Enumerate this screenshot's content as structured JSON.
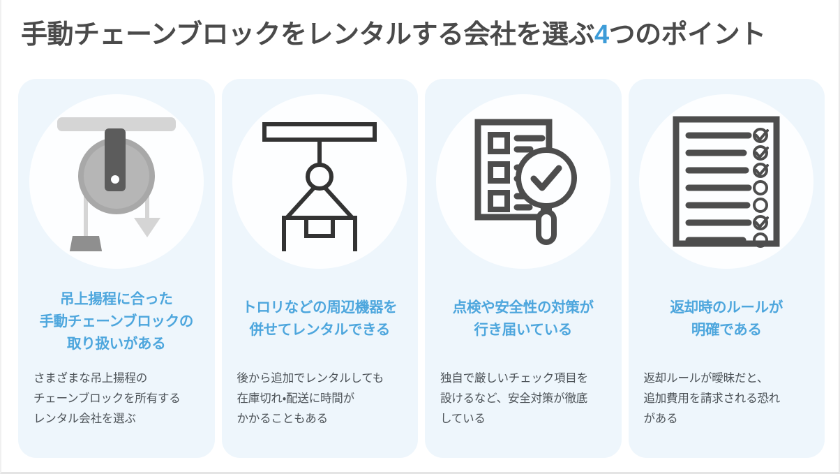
{
  "page": {
    "background": "#ffffff",
    "accent_color": "#3d9cd8",
    "heading_color": "#4da6dd",
    "card_background": "#eef6fc",
    "card_circle_color": "#fdfeff",
    "title_color": "#4a4a4a",
    "body_color": "#4d5358",
    "icon_dark": "#4d4d4d",
    "icon_mid_gray": "#9a9a9a",
    "icon_light_gray": "#d2d2d2"
  },
  "title": {
    "before_accent": "手動チェーンブロックをレンタルする会社を選ぶ",
    "accent": "4",
    "after_accent": "つのポイント"
  },
  "cards": [
    {
      "icon_name": "pulley-block-icon",
      "heading": "吊上揚程に合った\n手動チェーンブロックの\n取り扱いがある",
      "body": "さまざまな吊上揚程の\nチェーンブロックを所有する\nレンタル会社を選ぶ"
    },
    {
      "icon_name": "hoist-lifting-box-icon",
      "heading": "トロリなどの周辺機器を\n併せてレンタルできる",
      "body": "後から追加でレンタルしても\n在庫切れ・配送に時間が\nかかることもある"
    },
    {
      "icon_name": "checklist-magnifier-icon",
      "heading": "点検や安全性の対策が\n行き届いている",
      "body": "独自で厳しいチェック項目を\n設けるなど、安全対策が徹底\nしている"
    },
    {
      "icon_name": "checklist-document-icon",
      "heading": "返却時のルールが\n明確である",
      "body": "返却ルールが曖昧だと、\n追加費用を請求される恐れ\nがある",
      "checklist_states": [
        "checked",
        "checked",
        "checked",
        "empty",
        "empty",
        "checked",
        "checked",
        "empty"
      ]
    }
  ]
}
